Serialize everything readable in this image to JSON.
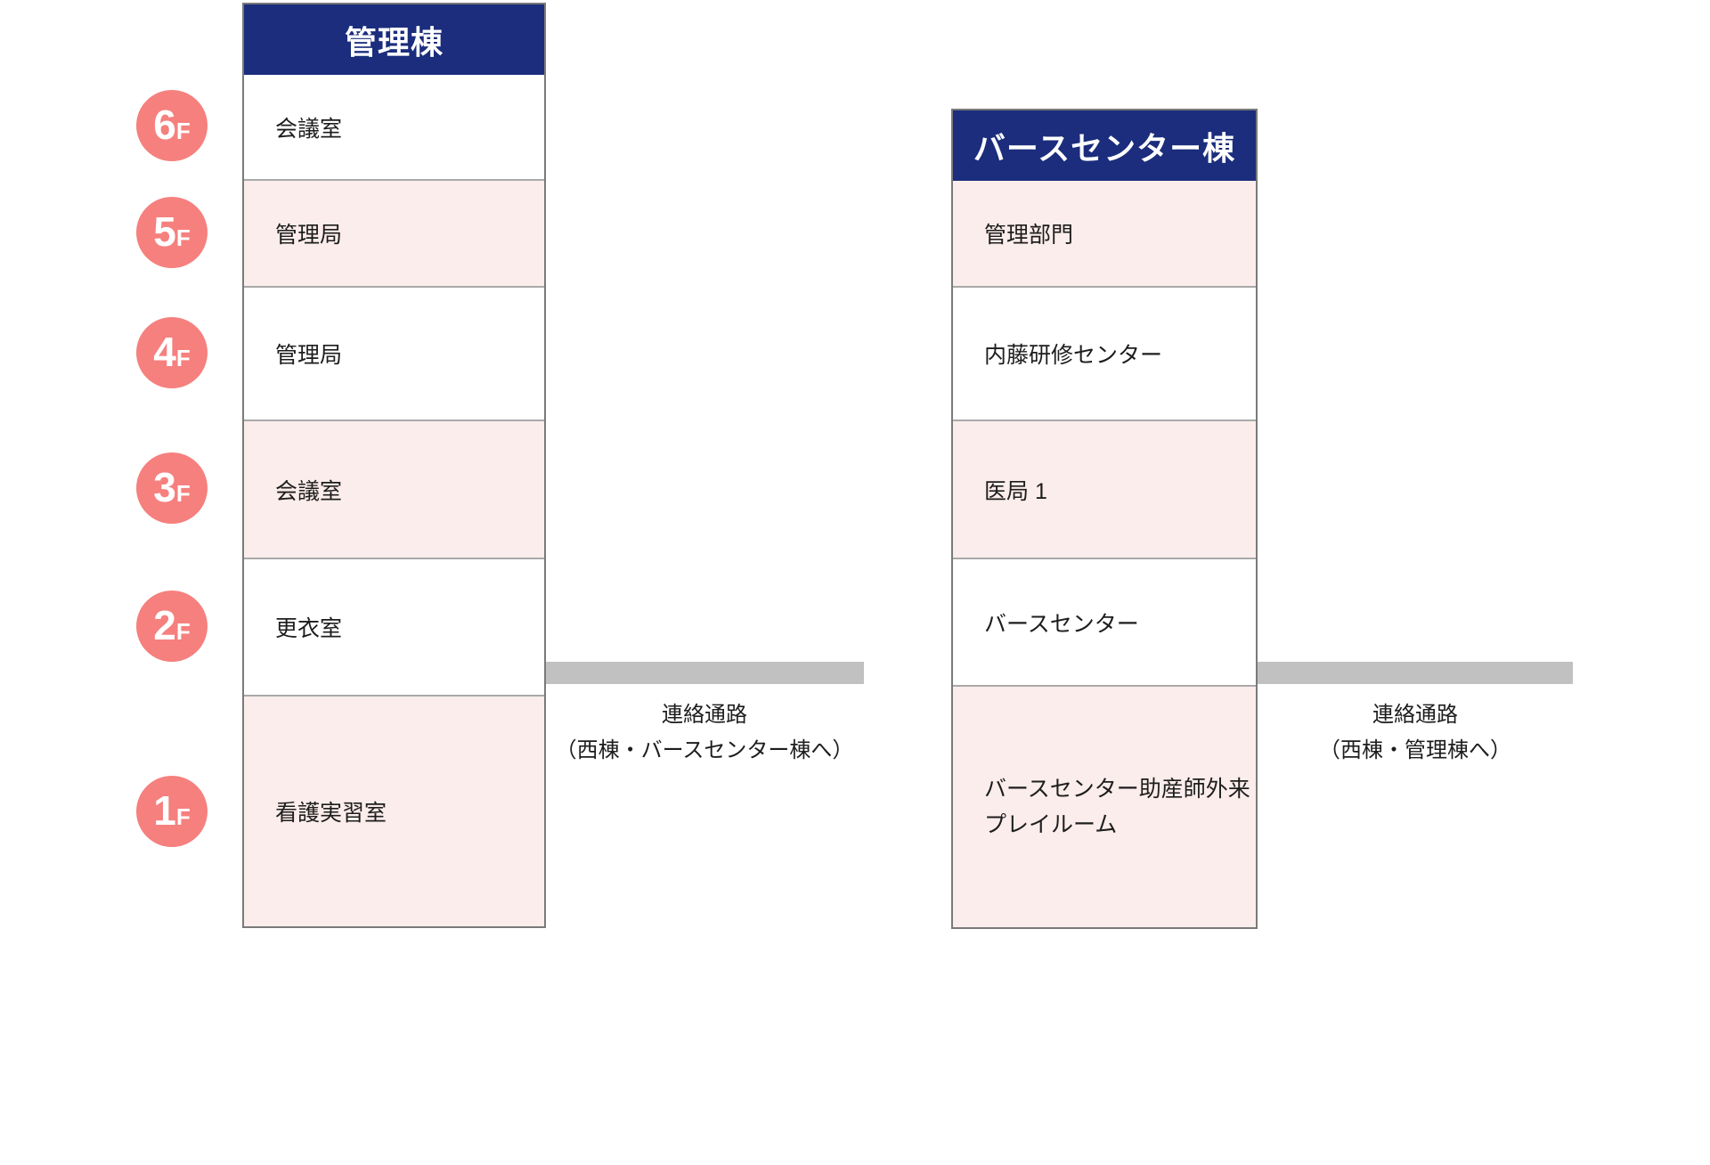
{
  "colors": {
    "header_bg": "#1b2d7c",
    "header_text": "#ffffff",
    "row_pink": "#fbedeb",
    "row_white": "#ffffff",
    "badge_bg": "#f5807e",
    "badge_text": "#ffffff",
    "bar_gray": "#c1c1c1",
    "border_outer": "#7a7a7a",
    "border_inner": "#a9a9a9",
    "text": "#1d1d1d",
    "page_bg": "#ffffff"
  },
  "floors": [
    {
      "num": "6",
      "suffix": "F"
    },
    {
      "num": "5",
      "suffix": "F"
    },
    {
      "num": "4",
      "suffix": "F"
    },
    {
      "num": "3",
      "suffix": "F"
    },
    {
      "num": "2",
      "suffix": "F"
    },
    {
      "num": "1",
      "suffix": "F"
    }
  ],
  "buildings": [
    {
      "name": "管理棟",
      "rooms": [
        {
          "floor": "6F",
          "label": "会議室"
        },
        {
          "floor": "5F",
          "label": "管理局"
        },
        {
          "floor": "4F",
          "label": "管理局"
        },
        {
          "floor": "3F",
          "label": "会議室"
        },
        {
          "floor": "2F",
          "label": "更衣室"
        },
        {
          "floor": "1F",
          "label": "看護実習室"
        }
      ],
      "corridor": {
        "line1": "連絡通路",
        "line2": "（西棟・バースセンター棟へ）"
      }
    },
    {
      "name": "バースセンター棟",
      "rooms": [
        {
          "floor": "5F",
          "label": "管理部門"
        },
        {
          "floor": "4F",
          "label": "内藤研修センター"
        },
        {
          "floor": "3F",
          "label": "医局 1"
        },
        {
          "floor": "2F",
          "label": "バースセンター"
        },
        {
          "floor": "1F",
          "label": "バースセンター助産師外来",
          "label2": "プレイルーム"
        }
      ],
      "corridor": {
        "line1": "連絡通路",
        "line2": "（西棟・管理棟へ）"
      }
    }
  ]
}
